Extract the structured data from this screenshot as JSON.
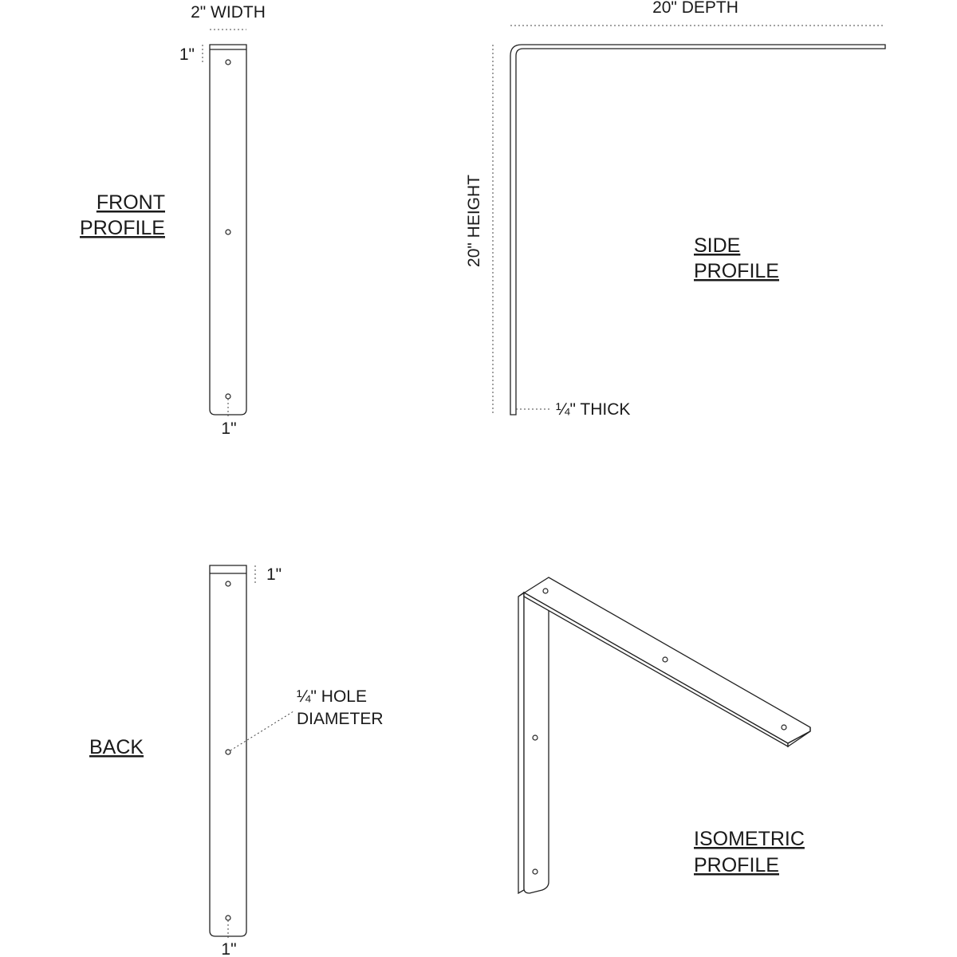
{
  "front": {
    "title_line1": "FRONT",
    "title_line2": "PROFILE",
    "width_label": "2\" WIDTH",
    "top_offset_label": "1\"",
    "bottom_offset_label": "1\""
  },
  "side": {
    "title_line1": "SIDE",
    "title_line2": "PROFILE",
    "depth_label": "20\" DEPTH",
    "height_label": "20\" HEIGHT",
    "thick_label": "¼\" THICK"
  },
  "back": {
    "title": "BACK",
    "top_offset_label": "1\"",
    "bottom_offset_label": "1\"",
    "hole_label_line1": "¼\" HOLE",
    "hole_label_line2": "DIAMETER"
  },
  "isometric": {
    "title_line1": "ISOMETRIC",
    "title_line2": "PROFILE"
  }
}
